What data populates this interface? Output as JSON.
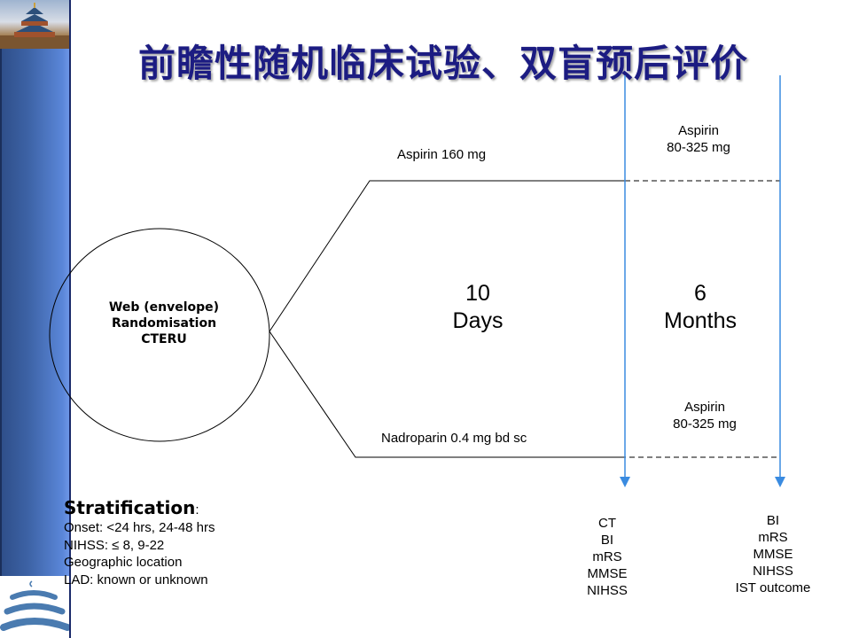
{
  "title": "前瞻性随机临床试验、双盲预后评价",
  "randomisation": {
    "line1": "Web (envelope)",
    "line2": "Randomisation",
    "line3": "CTERU"
  },
  "arms": {
    "top": {
      "label": "Aspirin 160 mg",
      "followup_drug": "Aspirin",
      "followup_dose": "80-325 mg"
    },
    "bottom": {
      "label": "Nadroparin 0.4 mg bd sc",
      "followup_drug": "Aspirin",
      "followup_dose": "80-325 mg"
    }
  },
  "phases": {
    "first": {
      "number": "10",
      "unit": "Days"
    },
    "second": {
      "number": "6",
      "unit": "Months"
    }
  },
  "assessments_10_days": [
    "CT",
    "BI",
    "mRS",
    "MMSE",
    "NIHSS"
  ],
  "assessments_6_months": [
    "BI",
    "mRS",
    "MMSE",
    "NIHSS",
    "IST outcome"
  ],
  "stratification": {
    "heading": "Stratification",
    "colon": ":",
    "items": [
      "Onset: <24 hrs, 24-48 hrs",
      "NIHSS: ≤ 8, 9-22",
      "Geographic location",
      "LAD: known or unknown"
    ]
  },
  "colors": {
    "title": "#1c1c82",
    "arrow": "#3a8be0",
    "sidebar": "#3d63a6"
  }
}
